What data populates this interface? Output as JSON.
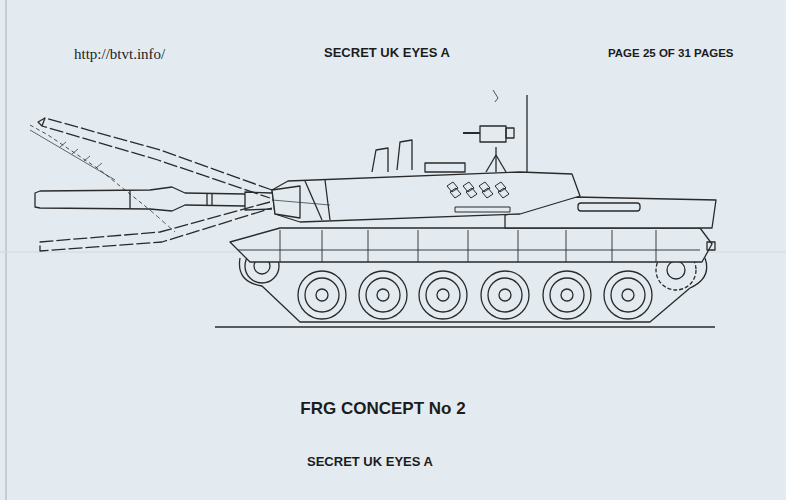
{
  "diagram": {
    "title": "FRG CONCEPT No 2",
    "labels": [
      "http://btvt.info/",
      "SECRET UK EYES A",
      "PAGE 25 OF 31 PAGES",
      "SECRET UK EYES A"
    ]
  }
}
